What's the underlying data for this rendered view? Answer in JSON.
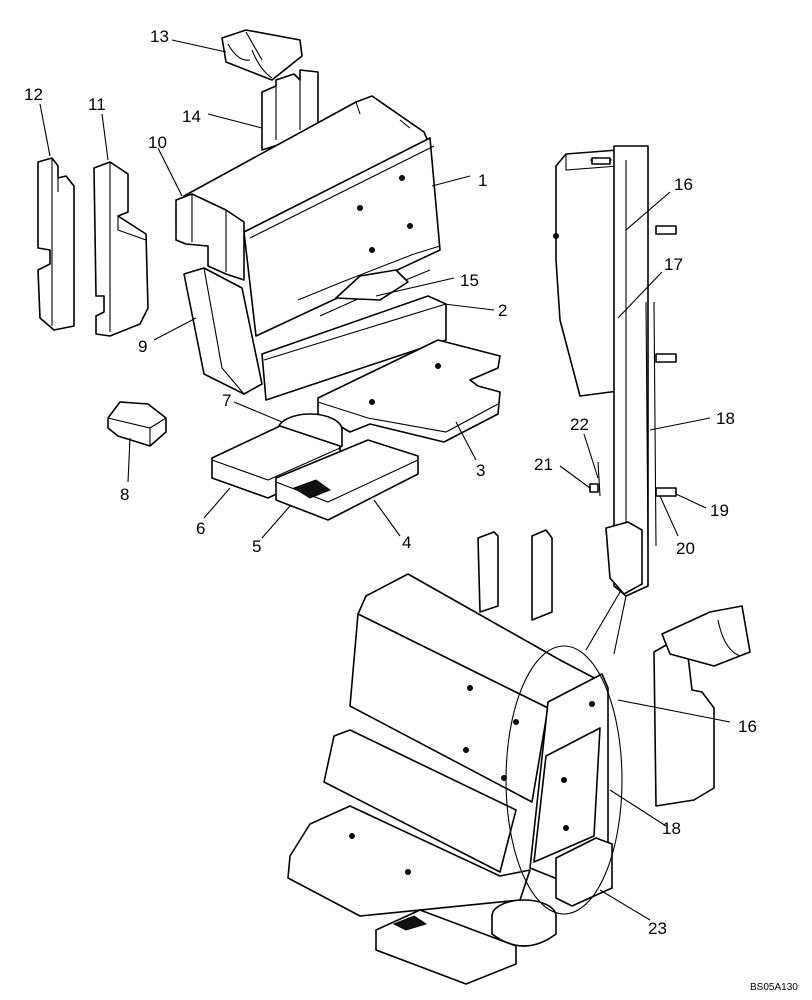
{
  "drawing_code": "BS05A130",
  "callouts": {
    "c1": "1",
    "c2": "2",
    "c3": "3",
    "c4": "4",
    "c5": "5",
    "c6": "6",
    "c7": "7",
    "c8": "8",
    "c9": "9",
    "c10": "10",
    "c11": "11",
    "c12": "12",
    "c13": "13",
    "c14": "14",
    "c15": "15",
    "c16a": "16",
    "c16b": "16",
    "c17": "17",
    "c18a": "18",
    "c18b": "18",
    "c19": "19",
    "c20": "20",
    "c21": "21",
    "c22": "22",
    "c23": "23"
  }
}
